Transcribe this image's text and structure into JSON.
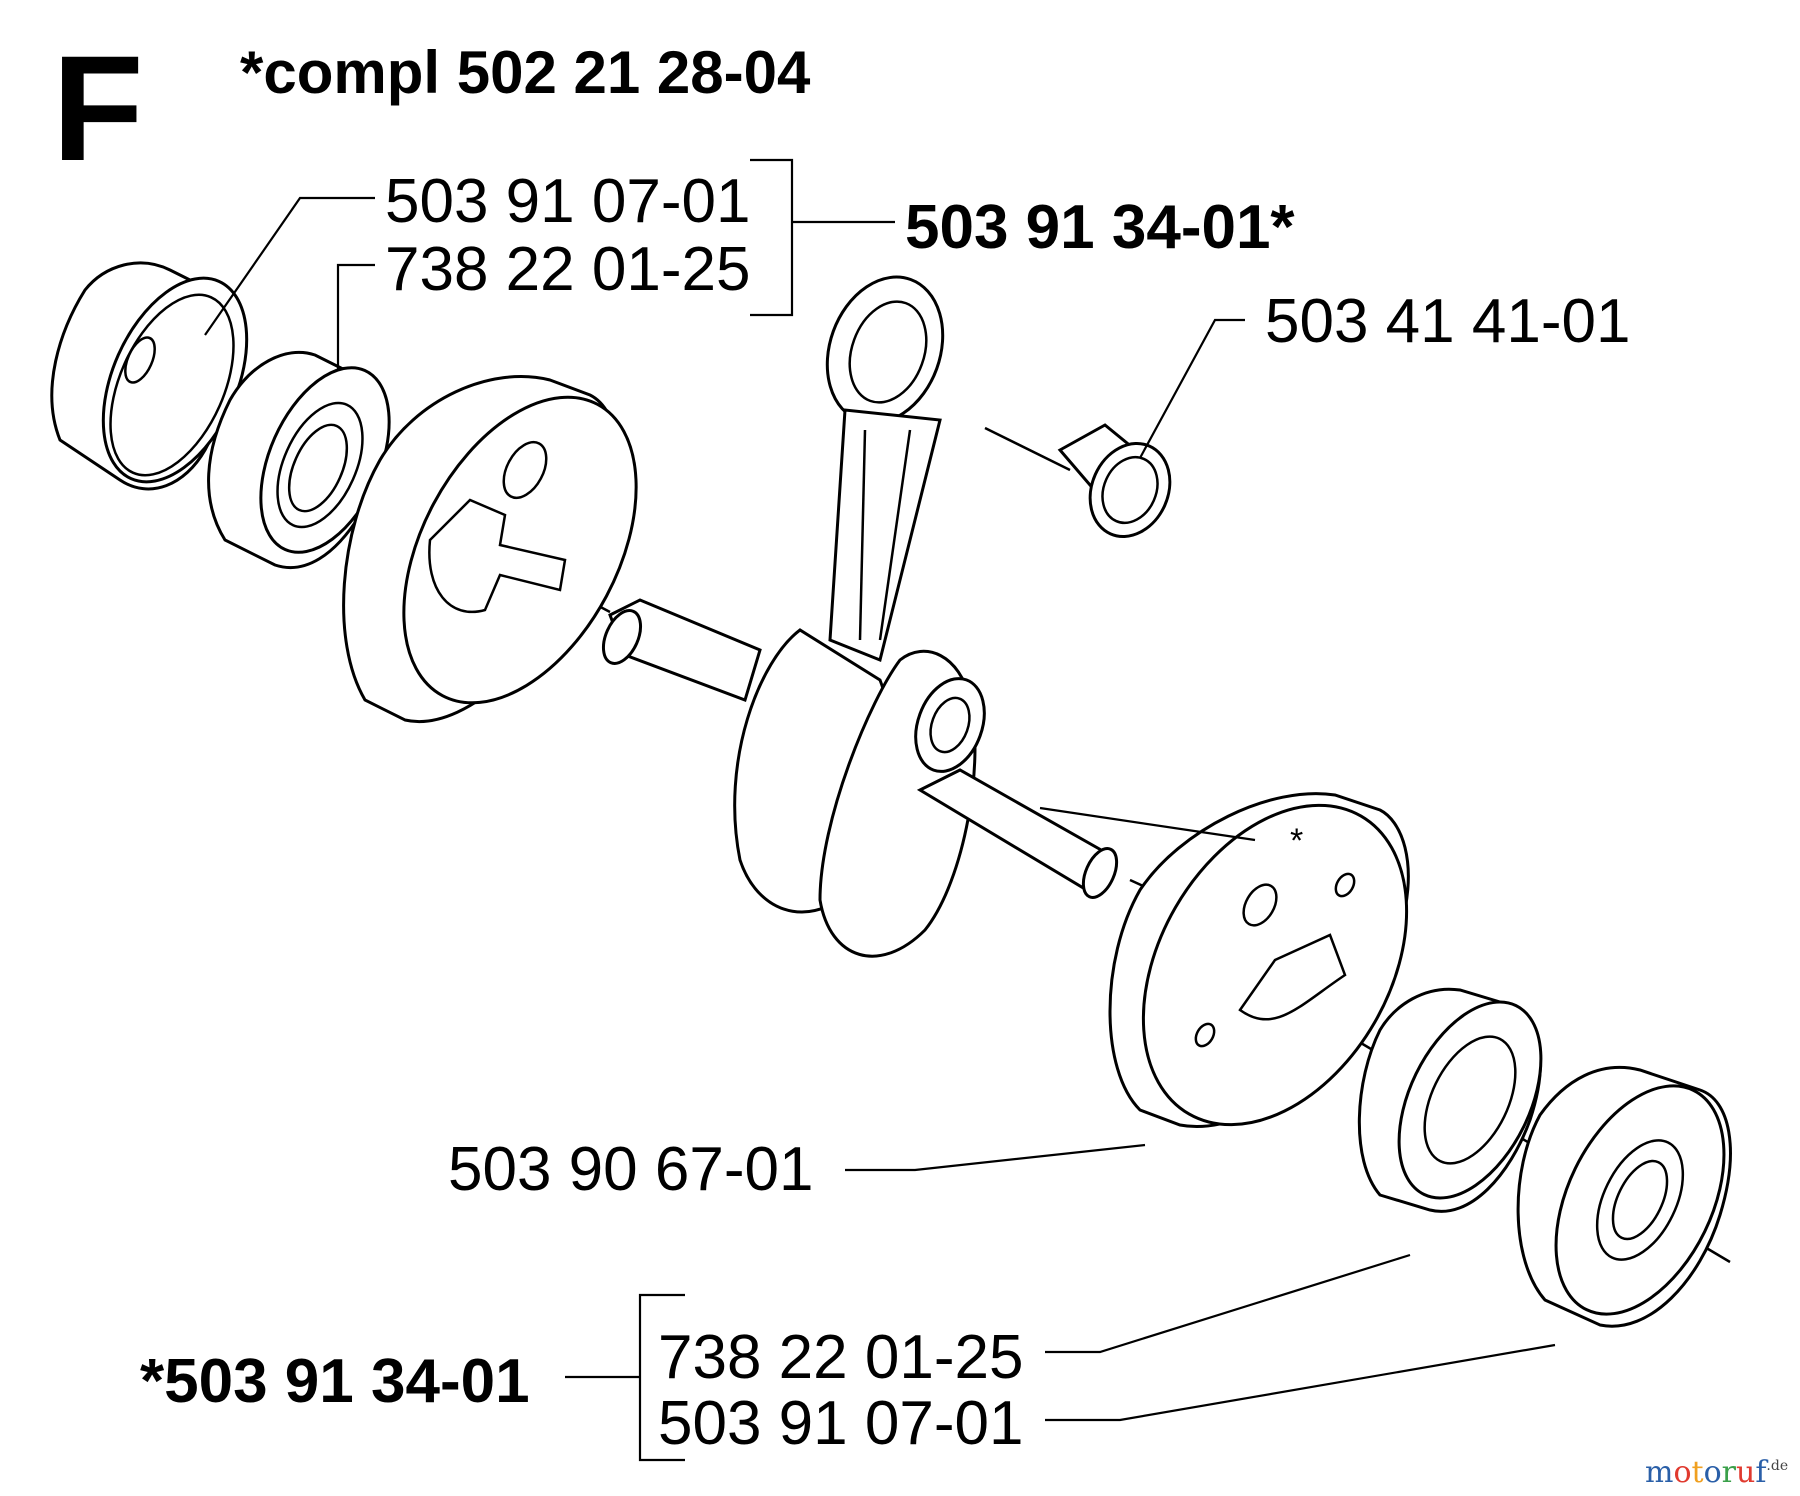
{
  "section": {
    "letter": "F",
    "title": "*compl 502 21 28-04"
  },
  "parts": {
    "top_seal": "503 91 07-01",
    "top_bearing": "738 22 01-25",
    "top_group": "503 91 34-01*",
    "needle_bearing": "503 41 41-01",
    "flywheel_half": "503 90 67-01",
    "bottom_group": "*503 91 34-01",
    "bottom_bearing": "738 22 01-25",
    "bottom_seal": "503 91 07-01"
  },
  "watermark": {
    "brand": "motoruf",
    "suffix": ".de",
    "colors": {
      "m": "#2a5fa8",
      "o1": "#e03a2f",
      "t": "#f0a020",
      "o2": "#2a5fa8",
      "r": "#3aa04a",
      "u": "#e03a2f",
      "f": "#2a5fa8"
    }
  }
}
